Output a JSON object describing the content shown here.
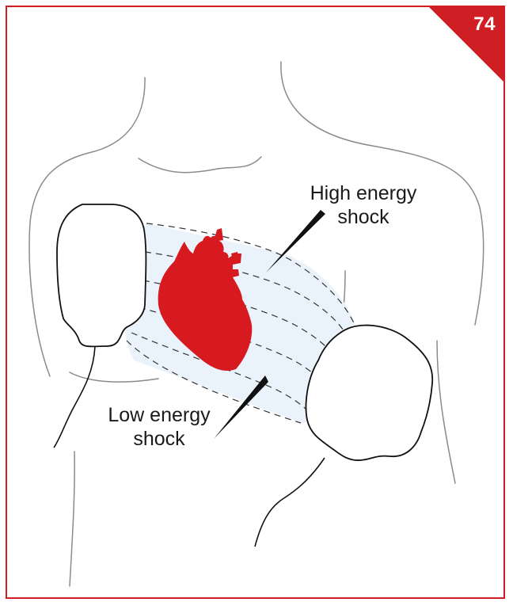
{
  "page_number": "74",
  "labels": {
    "high_energy": [
      "High energy",
      "shock"
    ],
    "low_energy": [
      "Low energy",
      "shock"
    ]
  },
  "colors": {
    "accent": "#cf1f25",
    "heart": "#d71920",
    "zone": "#eaf3fb"
  },
  "icons": {
    "heart": "heart-icon",
    "pad_upper": "defibrillator-pad-icon",
    "pad_lower": "defibrillator-pad-icon"
  }
}
